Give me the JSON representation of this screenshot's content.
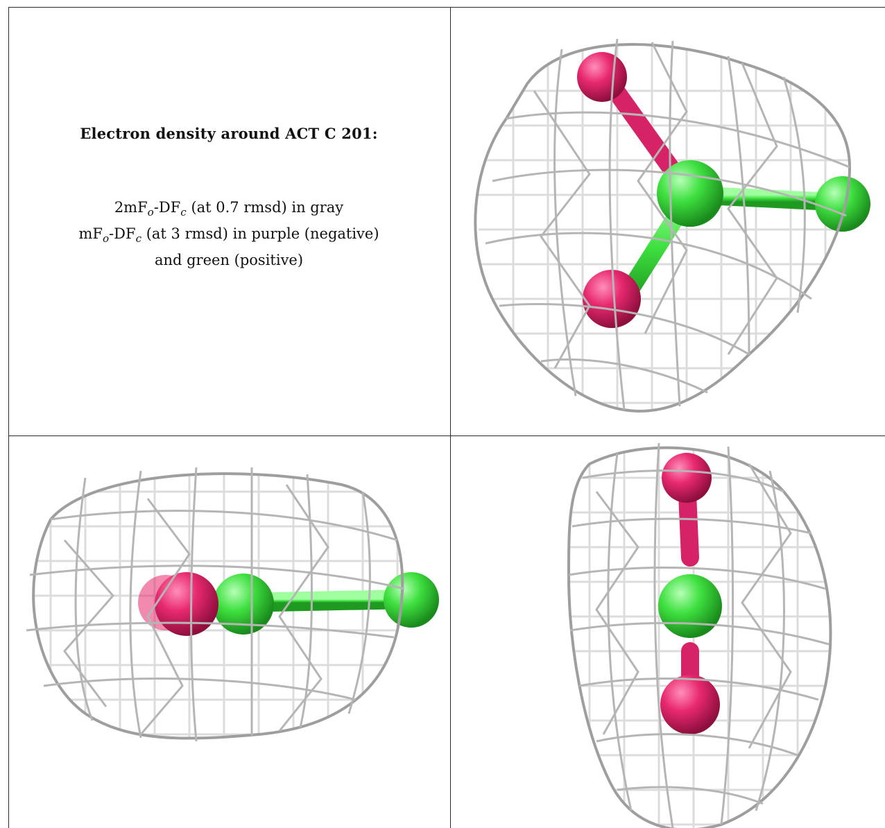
{
  "caption": {
    "title": "Electron density around ACT C 201:",
    "line1": "2mFo-DFc (at 0.7 rmsd) in gray",
    "line2": "mFo-DFc (at 3 rmsd) in purple (negative)",
    "line3": "and green (positive)"
  },
  "colors": {
    "mesh": "#c8c8c8",
    "oxygen": "#e8296f",
    "carbon": "#3fe040",
    "border": "#2b2b2b"
  },
  "panels": [
    {
      "view": "top-right",
      "icon": "molecule-mesh-icon"
    },
    {
      "view": "bottom-left",
      "icon": "molecule-mesh-icon"
    },
    {
      "view": "bottom-right",
      "icon": "molecule-mesh-icon"
    }
  ]
}
